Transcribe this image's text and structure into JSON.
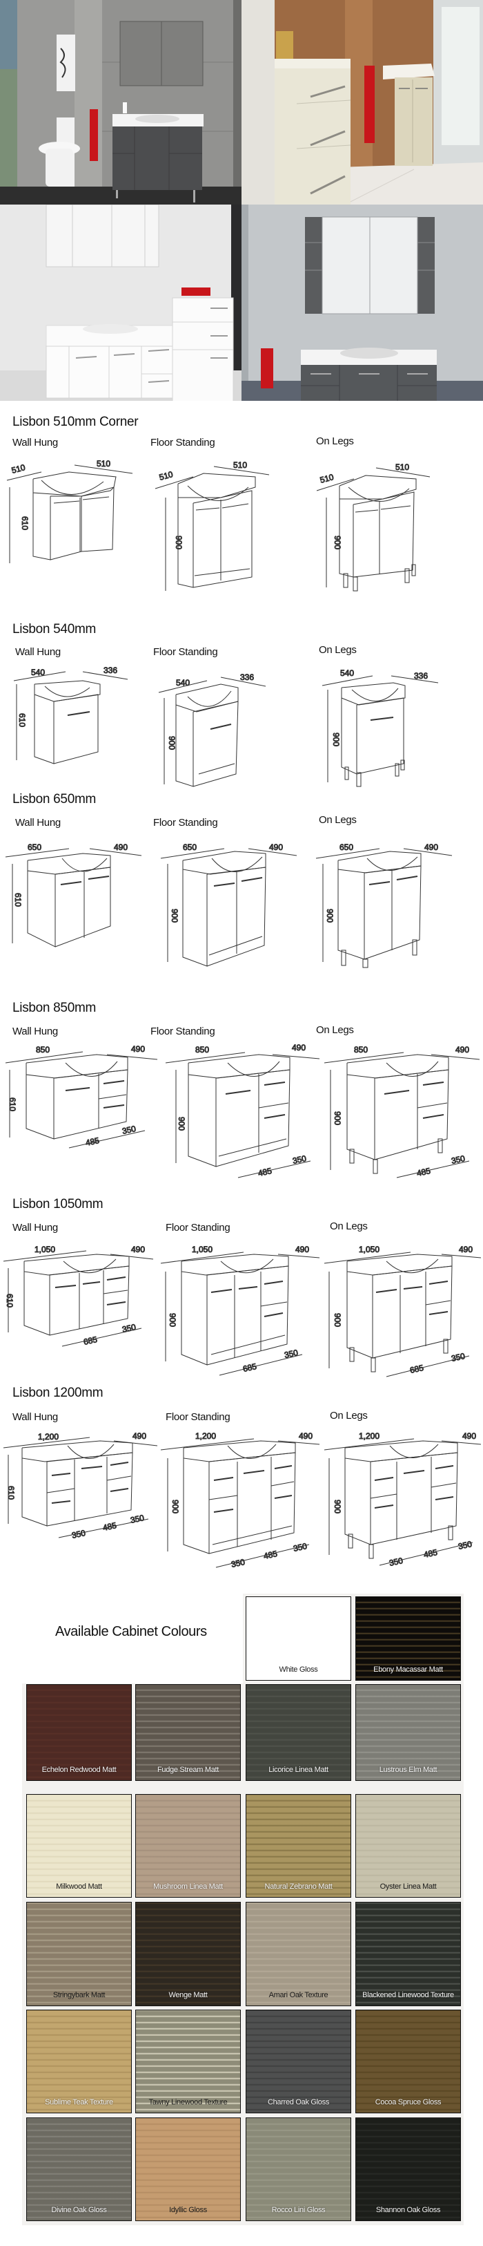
{
  "photos": [
    {
      "alt": "Grey concrete bathroom with dark grey Lisbon vanity on legs, mirror cabinet, toilet and red towel"
    },
    {
      "alt": "Cream corner vanity with three-drawer tallboy and red towel against copper tiled wall"
    },
    {
      "alt": "White gloss Lisbon vanity on legs with matching tall cabinet and open-shelf mirror cabinet"
    },
    {
      "alt": "Dark grey floor-standing Lisbon vanity with mirror shaving cabinet and side shelves"
    }
  ],
  "sections": [
    {
      "title": "Lisbon 510mm Corner",
      "variants": [
        {
          "label": "Wall Hung",
          "width_a": "510",
          "width_b": "510",
          "height": "610"
        },
        {
          "label": "Floor Standing",
          "width_a": "510",
          "width_b": "510",
          "height": "900"
        },
        {
          "label": "On Legs",
          "width_a": "510",
          "width_b": "510",
          "height": "900"
        }
      ]
    },
    {
      "title": "Lisbon 540mm",
      "variants": [
        {
          "label": "Wall Hung",
          "width": "540",
          "depth": "336",
          "height": "610"
        },
        {
          "label": "Floor Standing",
          "width": "540",
          "depth": "336",
          "height": "900"
        },
        {
          "label": "On Legs",
          "width": "540",
          "depth": "336",
          "height": "900"
        }
      ]
    },
    {
      "title": "Lisbon 650mm",
      "variants": [
        {
          "label": "Wall Hung",
          "width": "650",
          "depth": "490",
          "height": "610"
        },
        {
          "label": "Floor Standing",
          "width": "650",
          "depth": "490",
          "height": "900"
        },
        {
          "label": "On Legs",
          "width": "650",
          "depth": "490",
          "height": "900"
        }
      ]
    },
    {
      "title": "Lisbon 850mm",
      "variants": [
        {
          "label": "Wall Hung",
          "width": "850",
          "depth": "490",
          "height": "610",
          "base_a": "485",
          "base_b": "350"
        },
        {
          "label": "Floor Standing",
          "width": "850",
          "depth": "490",
          "height": "900",
          "base_a": "485",
          "base_b": "350"
        },
        {
          "label": "On Legs",
          "width": "850",
          "depth": "490",
          "height": "900",
          "base_a": "485",
          "base_b": "350"
        }
      ]
    },
    {
      "title": "Lisbon 1050mm",
      "variants": [
        {
          "label": "Wall Hung",
          "width": "1,050",
          "depth": "490",
          "height": "610",
          "base_a": "685",
          "base_b": "350"
        },
        {
          "label": "Floor Standing",
          "width": "1,050",
          "depth": "490",
          "height": "900",
          "base_a": "685",
          "base_b": "350"
        },
        {
          "label": "On Legs",
          "width": "1,050",
          "depth": "490",
          "height": "900",
          "base_a": "685",
          "base_b": "350"
        }
      ]
    },
    {
      "title": "Lisbon 1200mm",
      "variants": [
        {
          "label": "Wall Hung",
          "width": "1,200",
          "depth": "490",
          "height": "610",
          "base_l": "350",
          "base_a": "485",
          "base_b": "350"
        },
        {
          "label": "Floor Standing",
          "width": "1,200",
          "depth": "490",
          "height": "900",
          "base_l": "350",
          "base_a": "485",
          "base_b": "350"
        },
        {
          "label": "On Legs",
          "width": "1,200",
          "depth": "490",
          "height": "900",
          "base_l": "350",
          "base_a": "485",
          "base_b": "350"
        }
      ]
    }
  ],
  "colours": {
    "title": "Available Cabinet Colours",
    "swatches": [
      {
        "name": "White Gloss",
        "color": "#ffffff",
        "grain": "#ffffff",
        "text": "dark"
      },
      {
        "name": "Ebony Macassar Matt",
        "color": "#0e0c0a",
        "grain": "#5a4a2a",
        "text": "light"
      },
      {
        "name": "Echelon Redwood Matt",
        "color": "#4e2a24",
        "grain": "#5c3128",
        "text": "light"
      },
      {
        "name": "Fudge Stream Matt",
        "color": "#5e574e",
        "grain": "#8c857a",
        "text": "light"
      },
      {
        "name": "Licorice Linea Matt",
        "color": "#43463f",
        "grain": "#54574f",
        "text": "light"
      },
      {
        "name": "Lustrous Elm Matt",
        "color": "#7d7d76",
        "grain": "#9a9a92",
        "text": "light"
      },
      {
        "name": "Milkwood Matt",
        "color": "#ece6cc",
        "grain": "#ddd5b8",
        "text": "dark"
      },
      {
        "name": "Mushroom Linea Matt",
        "color": "#b39e88",
        "grain": "#a08c78",
        "text": "light"
      },
      {
        "name": "Natural Zebrano Matt",
        "color": "#a99560",
        "grain": "#7f6e40",
        "text": "light"
      },
      {
        "name": "Oyster Linea Matt",
        "color": "#c7c2ac",
        "grain": "#b8b39d",
        "text": "dark"
      },
      {
        "name": "Stringybark Matt",
        "color": "#8b7e6a",
        "grain": "#b1a690",
        "text": "dark"
      },
      {
        "name": "Wenge Matt",
        "color": "#2e2820",
        "grain": "#4a3d2a",
        "text": "light"
      },
      {
        "name": "Amari Oak Texture",
        "color": "#a49a88",
        "grain": "#b8ad9a",
        "text": "dark"
      },
      {
        "name": "Blackened Linewood Texture",
        "color": "#2c302b",
        "grain": "#5a5e58",
        "text": "light"
      },
      {
        "name": "Sublime Teak Texture",
        "color": "#c2a66e",
        "grain": "#a98d58",
        "text": "light"
      },
      {
        "name": "Tawny Linewood Texture",
        "color": "#8e8c78",
        "grain": "#e6e2cc",
        "text": "dark"
      },
      {
        "name": "Charred Oak Gloss",
        "color": "#4f5050",
        "grain": "#3a3b3b",
        "text": "light"
      },
      {
        "name": "Cocoa Spruce Gloss",
        "color": "#6a5530",
        "grain": "#54431f",
        "text": "light"
      },
      {
        "name": "Divine Oak Gloss",
        "color": "#6d6b62",
        "grain": "#8a8880",
        "text": "light"
      },
      {
        "name": "Idyllic Gloss",
        "color": "#c59c70",
        "grain": "#b18a60",
        "text": "dark"
      },
      {
        "name": "Rocco Lini Gloss",
        "color": "#8a8a78",
        "grain": "#9c9c8a",
        "text": "light"
      },
      {
        "name": "Shannon Oak Gloss",
        "color": "#1c1e1a",
        "grain": "#2c2e2a",
        "text": "light"
      }
    ]
  }
}
